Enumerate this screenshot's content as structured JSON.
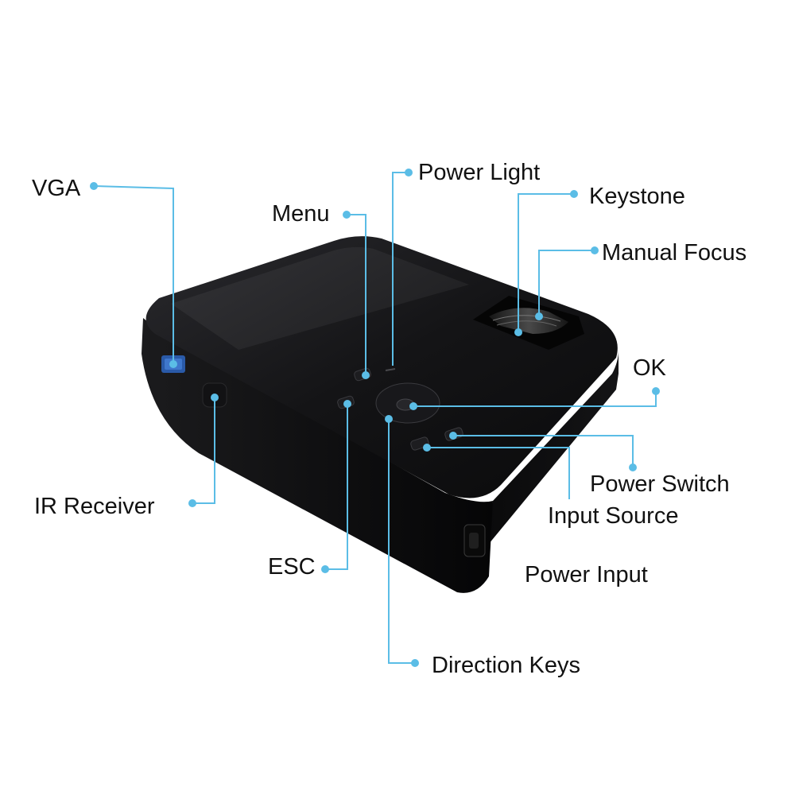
{
  "labels": {
    "vga": "VGA",
    "menu": "Menu",
    "power_light": "Power Light",
    "keystone": "Keystone",
    "manual_focus": "Manual Focus",
    "ok": "OK",
    "power_switch": "Power Switch",
    "input_source": "Input Source",
    "power_input": "Power Input",
    "ir_receiver": "IR Receiver",
    "esc": "ESC",
    "direction_keys": "Direction Keys"
  },
  "colors": {
    "callout_line": "#5bbde6",
    "body": "#0c0c0e",
    "label_text": "#111111"
  }
}
